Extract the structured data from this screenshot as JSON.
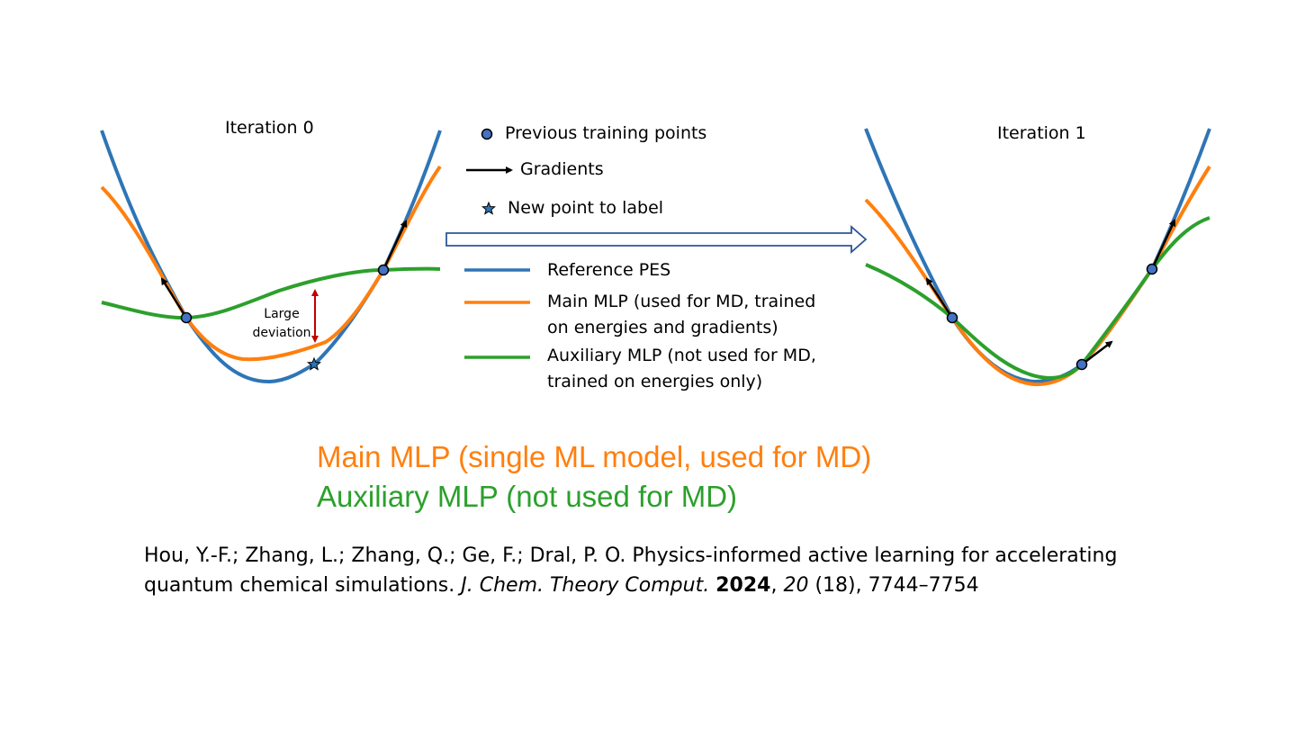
{
  "panels": {
    "left_title": "Iteration 0",
    "right_title": "Iteration 1",
    "annotation_line1": "Large",
    "annotation_line2": "deviation"
  },
  "legend": {
    "points": "Previous training points",
    "gradients": "Gradients",
    "new_point": "New point to label",
    "reference": "Reference PES",
    "main_line1": "Main MLP (used for MD, trained",
    "main_line2": "on energies and gradients)",
    "aux_line1": "Auxiliary MLP (not used for MD,",
    "aux_line2": "trained on energies only)"
  },
  "headline": {
    "main": "Main MLP (single ML model, used for MD)",
    "aux": "Auxiliary MLP (not used for MD)"
  },
  "citation": {
    "authors": "Hou, Y.-F.; Zhang, L.; Zhang, Q.; Ge, F.; Dral, P. O. Physics-informed active learning for accelerating",
    "title_end": "quantum chemical simulations. ",
    "journal": "J. Chem. Theory Comput.",
    "year": "2024",
    "volume": "20",
    "issue_pages": " (18), 7744–7754"
  },
  "colors": {
    "reference": "#2e75b6",
    "main": "#ff7f0e",
    "auxiliary": "#2ca02c",
    "point_fill": "#4472c4",
    "deviation_arrow": "#c00000",
    "big_arrow": "#2f5597"
  }
}
